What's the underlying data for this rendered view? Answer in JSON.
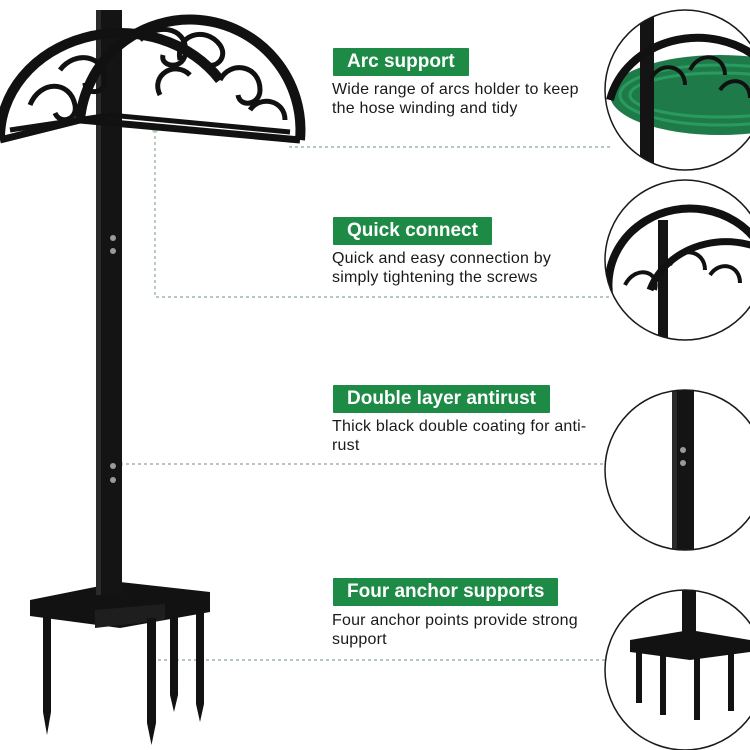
{
  "features": [
    {
      "title": "Arc support",
      "description": "Wide range of arcs holder to keep the hose winding and tidy",
      "icon": "arc-holder-closeup"
    },
    {
      "title": "Quick connect",
      "description": "Quick and easy connection by simply tightening the screws",
      "icon": "screw-connection-closeup"
    },
    {
      "title": "Double layer antirust",
      "description": "Thick black double coating for anti-rust",
      "icon": "pole-coating-closeup"
    },
    {
      "title": "Four anchor supports",
      "description": "Four anchor points provide strong support",
      "icon": "anchor-base-closeup"
    }
  ],
  "colors": {
    "badge_background": "#1d8a45",
    "badge_text": "#ffffff",
    "product_metal": "#111111",
    "hose": "#1f7a4a",
    "leader_line": "#8aa89a"
  }
}
